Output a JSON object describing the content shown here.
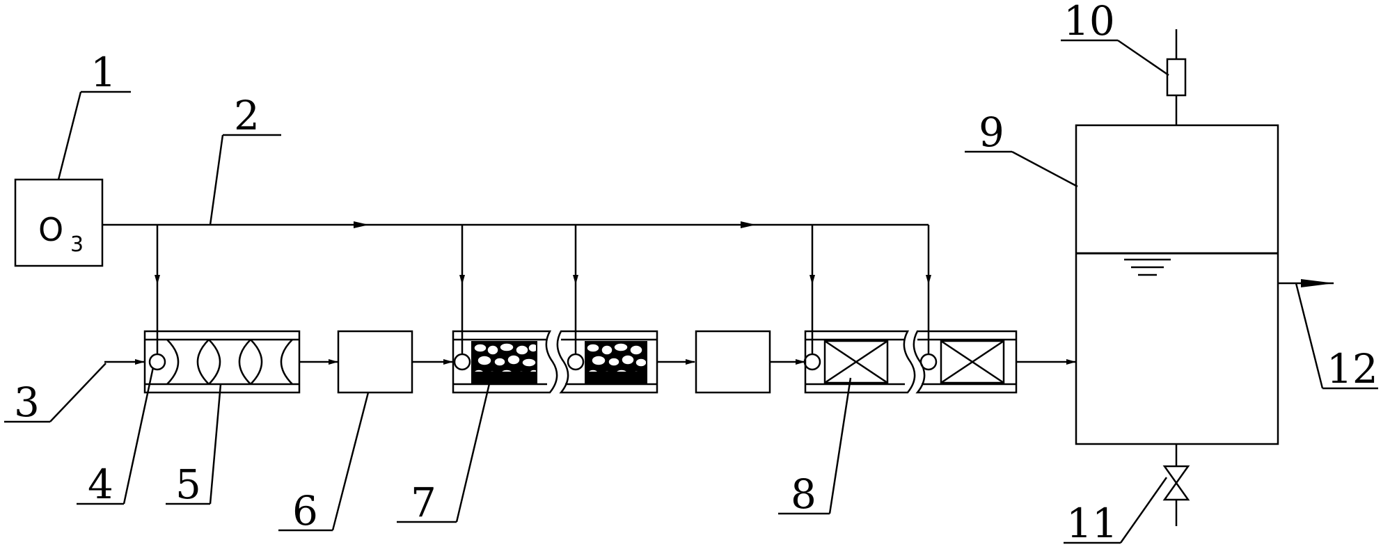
{
  "ozone_generator": {
    "formula": "O",
    "subscript": "3"
  },
  "labels": {
    "n1": "1",
    "n2": "2",
    "n3": "3",
    "n4": "4",
    "n5": "5",
    "n6": "6",
    "n7": "7",
    "n8": "8",
    "n9": "9",
    "n10": "10",
    "n11": "11",
    "n12": "12"
  }
}
